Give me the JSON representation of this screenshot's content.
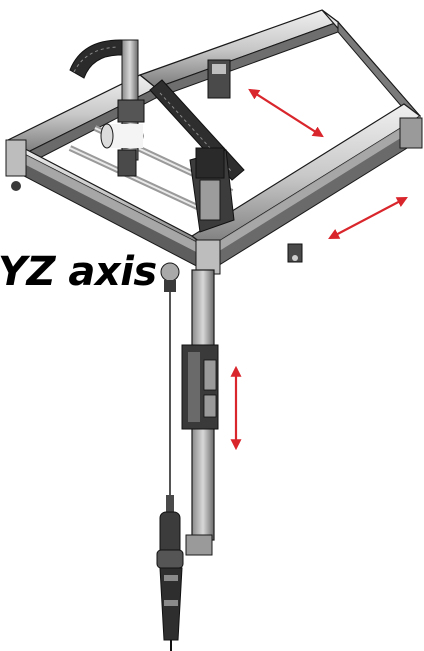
{
  "label": {
    "text": "YZ axis"
  },
  "colors": {
    "arrow": "#d9262c",
    "frame_light": "#dcdcdc",
    "frame_mid": "#a9a9a9",
    "frame_dark": "#3a3a3a",
    "outline": "#1a1a1a",
    "rail_light": "#e6e6e6",
    "background": "#ffffff"
  },
  "arrows": [
    {
      "name": "y-axis-arrow-back",
      "direction": "diagonal"
    },
    {
      "name": "y-axis-arrow-front",
      "direction": "diagonal"
    },
    {
      "name": "z-axis-arrow",
      "direction": "vertical"
    }
  ]
}
